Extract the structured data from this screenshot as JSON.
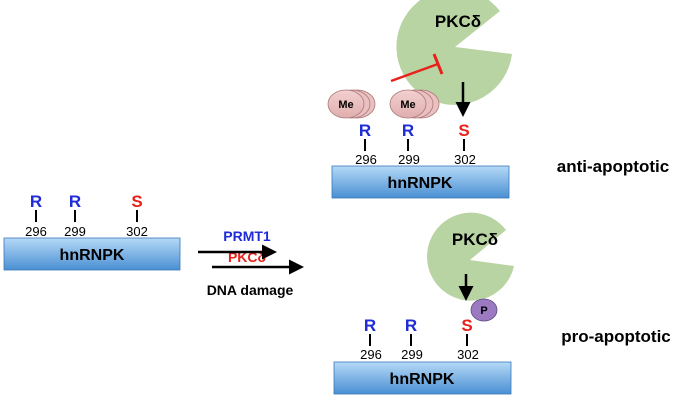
{
  "protein": "hnRNPK",
  "residues": [
    {
      "letter": "R",
      "number": "296"
    },
    {
      "letter": "R",
      "number": "299"
    },
    {
      "letter": "S",
      "number": "302"
    }
  ],
  "kinase": "PKCδ",
  "arrow_labels": {
    "top": "PRMT1",
    "middle": "PKCδ",
    "bottom": "DNA damage"
  },
  "methyl_mark": "Me",
  "phospho_mark": "P",
  "outcomes": {
    "top": "anti-apoptotic",
    "bottom": "pro-apoptotic"
  },
  "colors": {
    "arginine": "#1f2bd6",
    "serine": "#e8211b",
    "kinase_fill": "#b9d4a3",
    "methyl_fill": "#eac0c0",
    "phospho_fill": "#9b7ac2",
    "inhibit": "#e8211b",
    "bar_top": "#a9d0f2",
    "bar_bottom": "#4b92d4"
  }
}
